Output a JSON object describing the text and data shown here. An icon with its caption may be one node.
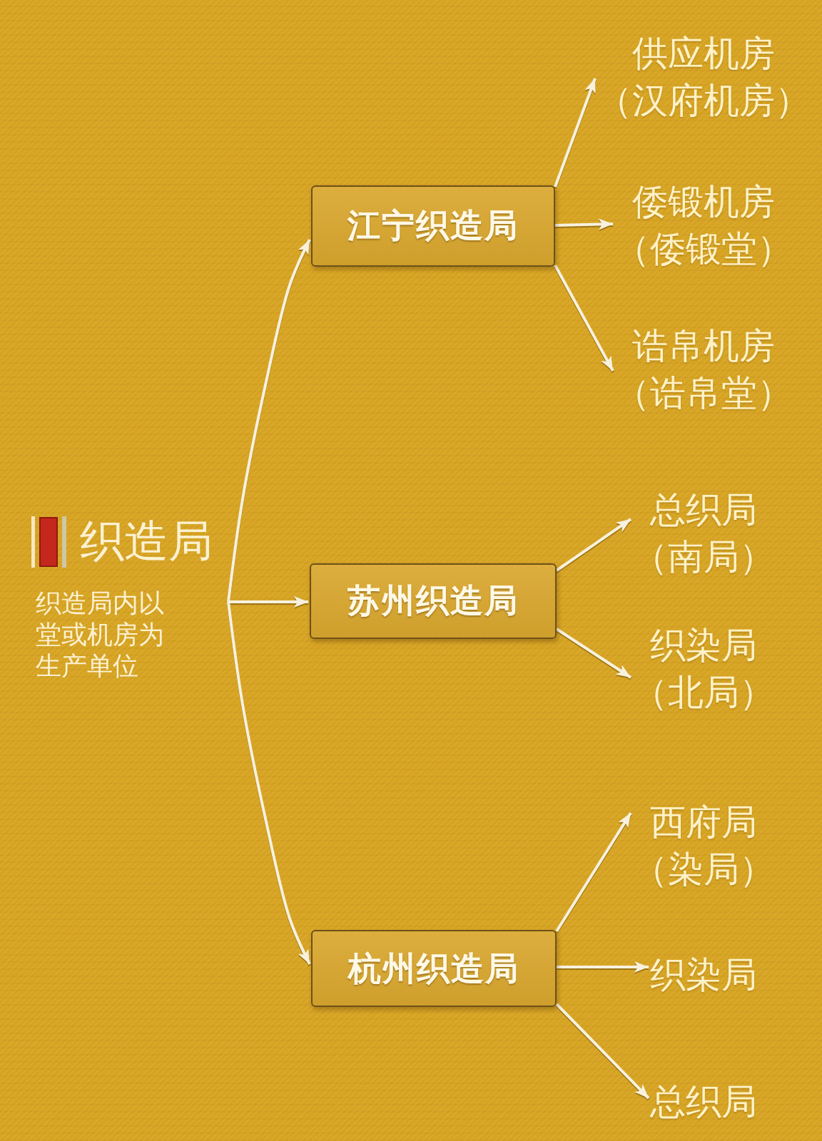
{
  "diagram": {
    "nodes": [
      {
        "text": [
          "织造局",
          "织造局内以堂或机房为生产单位"
        ]
      },
      {
        "text": [
          "江宁织造局"
        ]
      },
      {
        "text": [
          "苏州织造局"
        ]
      },
      {
        "text": [
          "杭州织造局"
        ]
      },
      {
        "text": [
          "供应机房（汉府机房）"
        ]
      },
      {
        "text": [
          "倭锻机房（倭锻堂）"
        ]
      },
      {
        "text": [
          "诰帛机房（诰帛堂）"
        ]
      },
      {
        "text": [
          "总织局（南局）"
        ]
      },
      {
        "text": [
          "织染局（北局）"
        ]
      },
      {
        "text": [
          "西府局（染局）"
        ]
      },
      {
        "text": [
          "织染局"
        ]
      },
      {
        "text": [
          "总织局"
        ]
      }
    ],
    "edges": [
      {
        "from": 0,
        "to": 1,
        "arrow": "to"
      },
      {
        "from": 0,
        "to": 2,
        "arrow": "to"
      },
      {
        "from": 0,
        "to": 3,
        "arrow": "to"
      },
      {
        "from": 1,
        "to": 4,
        "arrow": "to"
      },
      {
        "from": 1,
        "to": 5,
        "arrow": "to"
      },
      {
        "from": 1,
        "to": 6,
        "arrow": "to"
      },
      {
        "from": 2,
        "to": 7,
        "arrow": "to"
      },
      {
        "from": 2,
        "to": 8,
        "arrow": "to"
      },
      {
        "from": 3,
        "to": 9,
        "arrow": "to"
      },
      {
        "from": 3,
        "to": 10,
        "arrow": "to"
      },
      {
        "from": 3,
        "to": 11,
        "arrow": "to"
      }
    ]
  }
}
